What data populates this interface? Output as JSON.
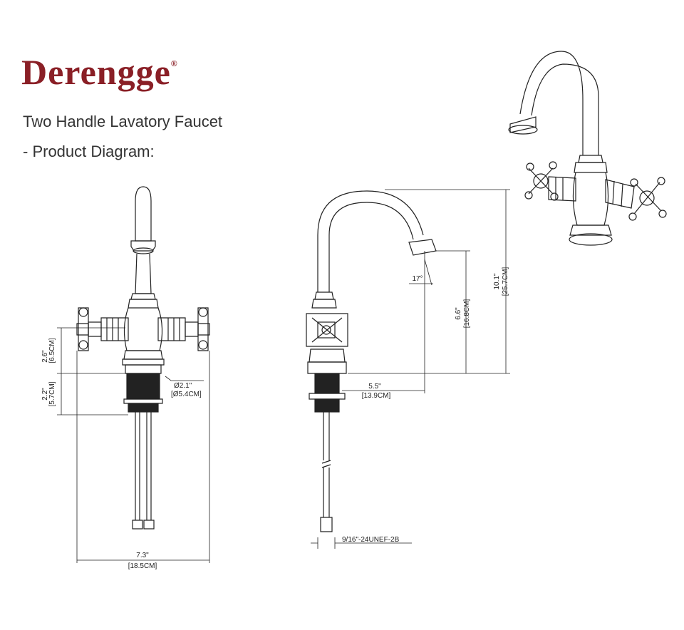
{
  "brand": {
    "name": "Derengge",
    "mark": "®"
  },
  "title": "Two Handle Lavatory Faucet",
  "subtitle": "- Product Diagram:",
  "dimensions": {
    "base_height_in": "2.6\"",
    "base_height_cm": "[6.5CM]",
    "shank_length_in": "2.2\"",
    "shank_length_cm": "[5.7CM]",
    "shank_diameter_in": "Ø2.1\"",
    "shank_diameter_cm": "[Ø5.4CM]",
    "handle_spread_in": "7.3\"",
    "handle_spread_cm": "[18.5CM]",
    "reach_in": "5.5\"",
    "reach_cm": "[13.9CM]",
    "spout_height_in": "6.6\"",
    "spout_height_cm": "[16.8CM]",
    "total_height_in": "10.1\"",
    "total_height_cm": "[25.7CM]",
    "spout_angle": "17°",
    "thread_spec": "9/16\"-24UNEF-2B"
  },
  "colors": {
    "brand": "#8a1f26",
    "line": "#222222"
  }
}
